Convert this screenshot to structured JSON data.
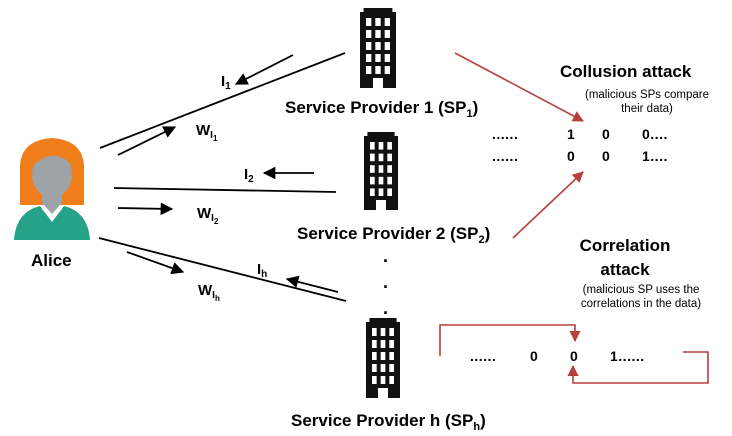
{
  "user": {
    "name": "Alice"
  },
  "providers": [
    {
      "label": "Service Provider 1 (SP",
      "sub": "1",
      "close": ")"
    },
    {
      "label": "Service Provider 2 (SP",
      "sub": "2",
      "close": ")"
    },
    {
      "label": "Service Provider h (SP",
      "sub": "h",
      "close": ")"
    }
  ],
  "responses": [
    {
      "letter": "I",
      "sub": "1"
    },
    {
      "letter": "I",
      "sub": "2"
    },
    {
      "letter": "I",
      "sub": "h"
    }
  ],
  "queries": [
    {
      "letter": "W",
      "sub": "I",
      "subsub": "1"
    },
    {
      "letter": "W",
      "sub": "I",
      "subsub": "2"
    },
    {
      "letter": "W",
      "sub": "I",
      "subsub": "h"
    }
  ],
  "ellipsis": ".",
  "collusion": {
    "title": "Collusion attack",
    "desc": "(malicious SPs compare their data)",
    "row1": {
      "lead": "......",
      "a": "1",
      "b": "0",
      "c": "0...."
    },
    "row2": {
      "lead": "......",
      "a": "0",
      "b": "0",
      "c": "1...."
    }
  },
  "correlation": {
    "title": "Correlation attack",
    "desc": "(malicious SP uses the correlations in the data)",
    "row": {
      "lead": "......",
      "a": "0",
      "b": "0",
      "c": "1......"
    }
  },
  "colors": {
    "avatar_skin": "#9ea3a8",
    "avatar_hair": "#f07f1b",
    "avatar_shirt": "#27a28a",
    "building": "#111111",
    "attack_arrow": "#b5413d",
    "line": "#000000"
  }
}
